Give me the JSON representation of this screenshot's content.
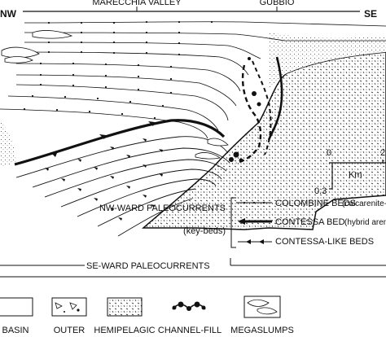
{
  "header": {
    "left_location": "MARECCHIA VALLEY",
    "right_location": "GUBBIO",
    "left_direction": "NW",
    "right_direction": "SE"
  },
  "scale_bar": {
    "vertical_top": "0",
    "vertical_bottom": "0.3",
    "horizontal_right": "2",
    "unit": "Km"
  },
  "paleocurrent_legend": {
    "group_label": "NW-WARD PALEOCURRENTS",
    "group_sublabel": "(key-beds)",
    "items": [
      {
        "label": "COLOMBINE BEDS",
        "note": "(calcarenite-calcilutite)"
      },
      {
        "label": "CONTESSA BED",
        "note": "(hybrid arenite)"
      },
      {
        "label": "CONTESSA-LIKE BEDS",
        "note": ""
      }
    ]
  },
  "se_ward": {
    "label": "SE-WARD PALEOCURRENTS"
  },
  "facies_legend": [
    {
      "label": "BASIN"
    },
    {
      "label": "OUTER"
    },
    {
      "label": "HEMIPELAGIC"
    },
    {
      "label": "CHANNEL-FILL"
    },
    {
      "label": "MEGASLUMPS"
    }
  ]
}
